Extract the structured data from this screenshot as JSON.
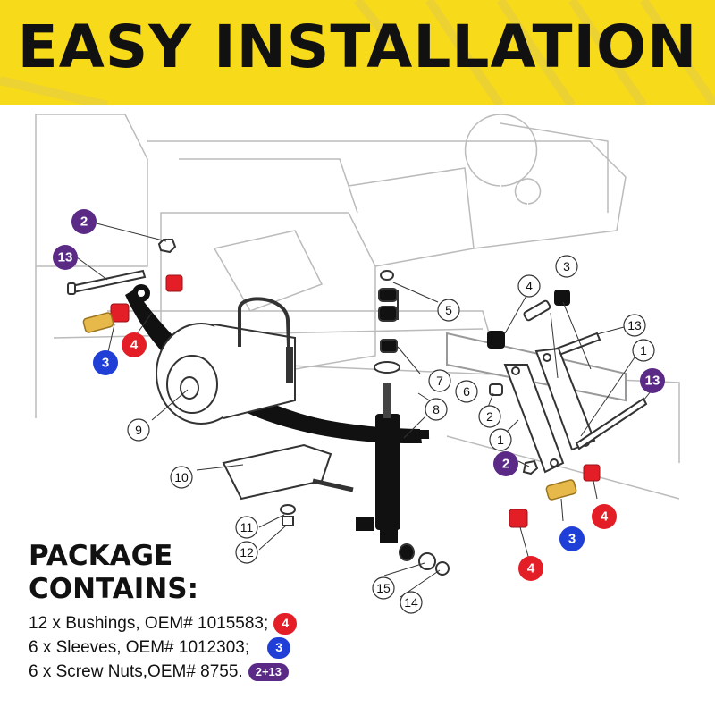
{
  "header": {
    "title": "EASY INSTALLATION"
  },
  "colors": {
    "header_bg": "#f7da19",
    "red": "#e41e26",
    "blue": "#1f3fd6",
    "purple": "#5a2a86",
    "brass": "#e6b94a"
  },
  "diagram": {
    "callouts": [
      "1",
      "1",
      "2",
      "3",
      "4",
      "5",
      "6",
      "7",
      "8",
      "9",
      "10",
      "11",
      "12",
      "13",
      "14",
      "15"
    ],
    "badges": [
      "2",
      "13",
      "4",
      "3",
      "2",
      "4",
      "3",
      "4",
      "13"
    ]
  },
  "package": {
    "title_line1": "PACKAGE",
    "title_line2": "CONTAINS:",
    "items": [
      {
        "text": "12 x Bushings, OEM# 1015583;",
        "badge": "4"
      },
      {
        "text": "6 x Sleeves, OEM# 1012303;",
        "badge": "3"
      },
      {
        "text": "6 x Screw Nuts,OEM# 8755.",
        "badge": "2+13"
      }
    ]
  }
}
